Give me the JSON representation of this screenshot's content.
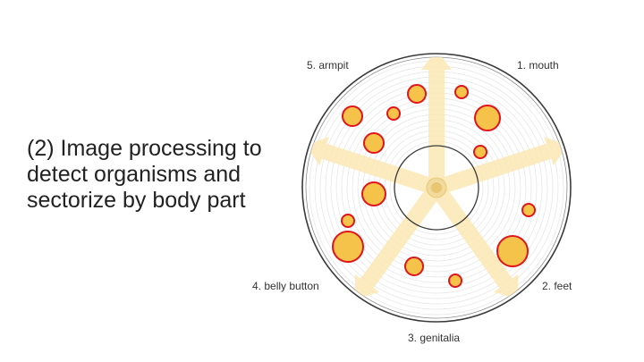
{
  "caption": {
    "lines": [
      "(2) Image processing to",
      "detect organisms and",
      "sectorize by body part"
    ]
  },
  "plate": {
    "sector_labels": {
      "mouth": "1. mouth",
      "feet": "2. feet",
      "genitalia": "3. genitalia",
      "belly_button": "4. belly button",
      "armpit": "5. armpit"
    }
  },
  "colors": {
    "colony_fill": "#f5c24a",
    "colony_outline": "#e0141b",
    "arrow_fill": "#fbe8b4",
    "plate_rim": "#3a3a3a",
    "ring_lines": "#e2e2e2",
    "text": "#222222"
  }
}
